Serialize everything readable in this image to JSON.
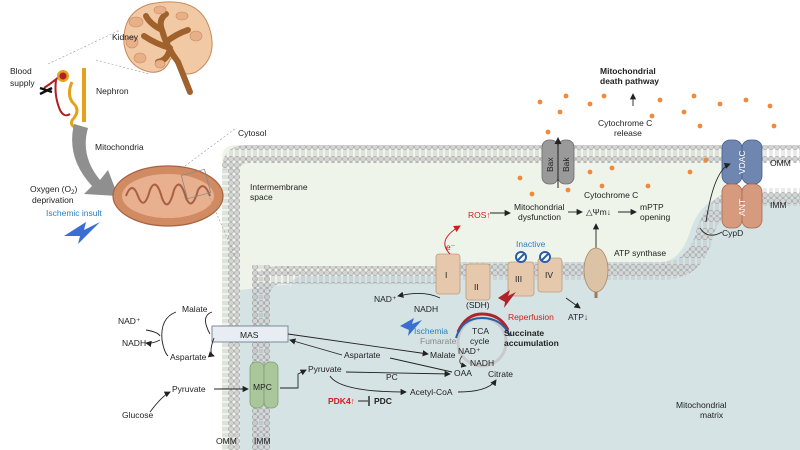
{
  "labels": {
    "kidney": "Kidney",
    "blood_supply_1": "Blood",
    "blood_supply_2": "supply",
    "nephron": "Nephron",
    "mitochondria": "Mitochondria",
    "oxygen_1": "Oxygen (O",
    "oxygen_sub": "2",
    "oxygen_2": ")",
    "deprivation": "deprivation",
    "ischemic_insult": "Ischemic insult",
    "cytosol": "Cytosol",
    "intermembrane_1": "Intermembrane",
    "intermembrane_2": "space",
    "mito_death_1": "Mitochondrial",
    "mito_death_2": "death pathway",
    "cyt_c_release_1": "Cytochrome C",
    "cyt_c_release_2": "release",
    "cytochrome_c": "Cytochrome C",
    "bax": "Bax",
    "bak": "Bak",
    "vdac": "VDAC",
    "ant": "ANT",
    "cypd": "CypD",
    "omm_right": "OMM",
    "imm_right": "IMM",
    "omm_bottom": "OMM",
    "imm_bottom": "IMM",
    "ros": "ROS↑",
    "mito_dysf_1": "Mitochondrial",
    "mito_dysf_2": "dysfunction",
    "delta_psi": "△Ψm↓",
    "mptp_1": "mPTP",
    "mptp_2": "opening",
    "inactive": "Inactive",
    "atp_synthase": "ATP synthase",
    "complex_1": "I",
    "complex_2": "II",
    "complex_3": "III",
    "complex_4": "IV",
    "sdh": "(SDH)",
    "e_minus": "e⁻",
    "nad_plus_1": "NAD⁺",
    "nadh_1": "NADH",
    "atp_down": "ATP↓",
    "reperfusion": "Reperfusion",
    "ischemia": "Ischemia",
    "fumarate": "Fumarate",
    "tca_1": "TCA",
    "tca_2": "cycle",
    "succinate_1": "Succinate",
    "succinate_2": "accumulation",
    "nad_plus_2": "NAD⁺",
    "nadh_2": "NADH",
    "malate_left": "Malate",
    "nad_plus_left": "NAD⁺",
    "nadh_left": "NADH",
    "aspartate_left": "Aspartate",
    "mas": "MAS",
    "aspartate_in": "Aspartate",
    "malate_in": "Malate",
    "oaa": "OAA",
    "citrate": "Citrate",
    "pyruvate_out": "Pyruvate",
    "mpc": "MPC",
    "pyruvate_in": "Pyruvate",
    "pc": "PC",
    "acetyl_coa": "Acetyl-CoA",
    "glucose": "Glucose",
    "pdk4": "PDK4↑",
    "pdc": "PDC",
    "mito_matrix_1": "Mitochondrial",
    "mito_matrix_2": "matrix"
  },
  "colors": {
    "kidney": "#f2c9a5",
    "kidney_core": "#a0622d",
    "nephron": "#e3a21a",
    "blood_vessel": "#b01f24",
    "mitochondria": "#d08b63",
    "intermembrane": "#eef4ea",
    "matrix": "#d6e3e4",
    "membrane_head": "#cfcfcf",
    "complex": "#e6c9ad",
    "bax_bak": "#9a9a9a",
    "vdac": "#6f86b0",
    "ant": "#d69a7f",
    "mpc": "#a9c79a",
    "mas": "#e7edf2",
    "cytochrome_c": "#f08a3a",
    "red_text": "#cc1f1f",
    "blue_text": "#2a7fc0",
    "bolt": "#3a6fd1"
  }
}
